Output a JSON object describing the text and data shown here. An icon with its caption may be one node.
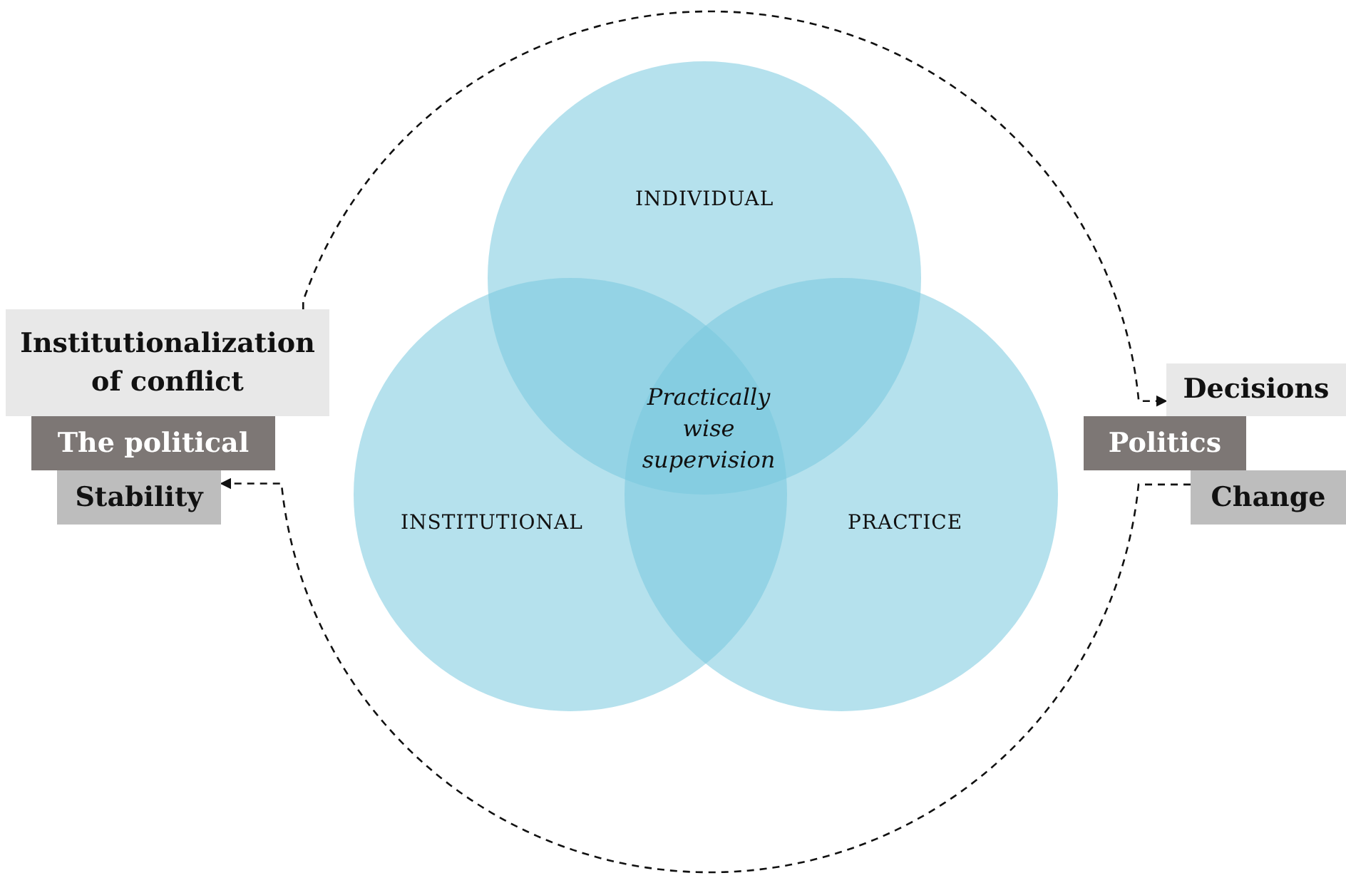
{
  "diagram": {
    "nodes": [
      {
        "text": [
          "INDIVIDUAL"
        ]
      },
      {
        "text": [
          "INSTITUTIONAL"
        ]
      },
      {
        "text": [
          "PRACTICE"
        ]
      },
      {
        "text": [
          "Institutionalization of conflict"
        ]
      },
      {
        "text": [
          "The political"
        ]
      },
      {
        "text": [
          "Stability"
        ]
      },
      {
        "text": [
          "Decisions"
        ]
      },
      {
        "text": [
          "Politics"
        ]
      },
      {
        "text": [
          "Change"
        ]
      }
    ],
    "edges": [
      {
        "from": 3,
        "to": 6,
        "arrow": "to",
        "style": "dashed"
      },
      {
        "from": 8,
        "to": 5,
        "arrow": "to",
        "style": "dashed"
      }
    ],
    "labels": [
      "Practically wise supervision"
    ]
  }
}
